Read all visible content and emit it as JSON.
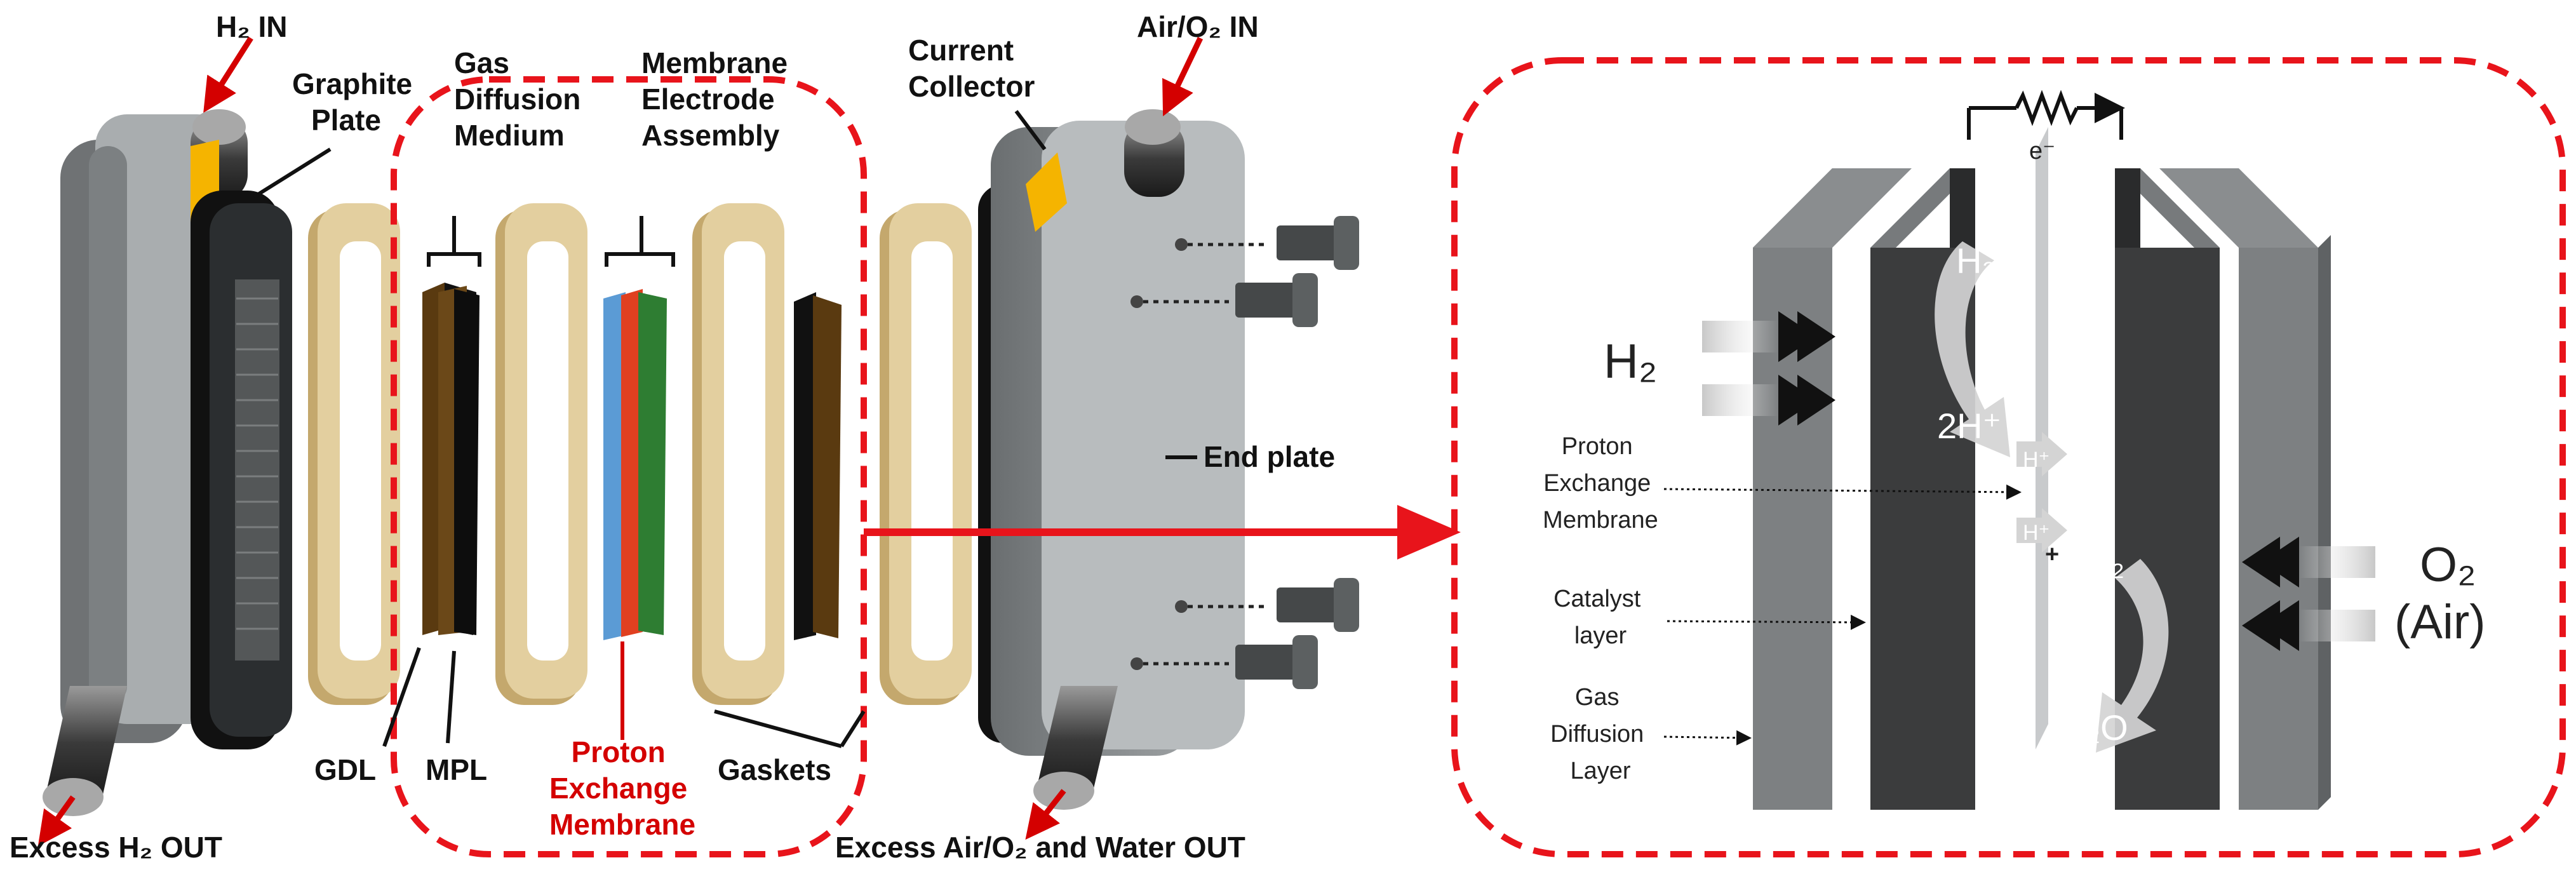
{
  "left": {
    "h2_in": "H₂ IN",
    "graphite_plate": [
      "Graphite",
      "Plate"
    ],
    "gas_diffusion_medium": [
      "Gas",
      "Diffusion",
      "Medium"
    ],
    "membrane_electrode_assembly": [
      "Membrane",
      "Electrode",
      "Assembly"
    ],
    "current_collector": [
      "Current",
      "Collector"
    ],
    "air_o2_in": "Air/O₂ IN",
    "end_plate": "End plate",
    "gdl": "GDL",
    "mpl": "MPL",
    "proton_exchange_membrane": [
      "Proton",
      "Exchange",
      "Membrane"
    ],
    "gaskets": "Gaskets",
    "excess_h2_out": "Excess H₂ OUT",
    "excess_air_out": "Excess Air/O₂ and Water OUT"
  },
  "right": {
    "electron": "e⁻",
    "h2_top": "H₂",
    "h2_inlet": "H₂",
    "two_h_plus": "2H⁺",
    "h_plus_1": "H⁺",
    "h_plus_2": "H⁺",
    "plus_sign": "+",
    "o2_reactant": "O₂",
    "h2o": "H₂O",
    "o2_inlet": "O₂",
    "air": "(Air)",
    "pem_label": [
      "Proton",
      "Exchange",
      "Membrane"
    ],
    "catalyst_label": [
      "Catalyst",
      "layer"
    ],
    "gdl_label": [
      "Gas",
      "Diffusion",
      "Layer"
    ]
  },
  "colors": {
    "dash_red": "#e8141b",
    "arrow_red": "#d40000",
    "membrane_red_text": "#d40000",
    "gasket_fill": "#d9c28f",
    "gdl_brown": "#5a3a10",
    "mea_blue": "#5b9bd5",
    "mea_red": "#e04020",
    "mea_green": "#2e7d32",
    "end_plate_gray": "#b8bcbe",
    "current_collector": "#f5b400"
  }
}
